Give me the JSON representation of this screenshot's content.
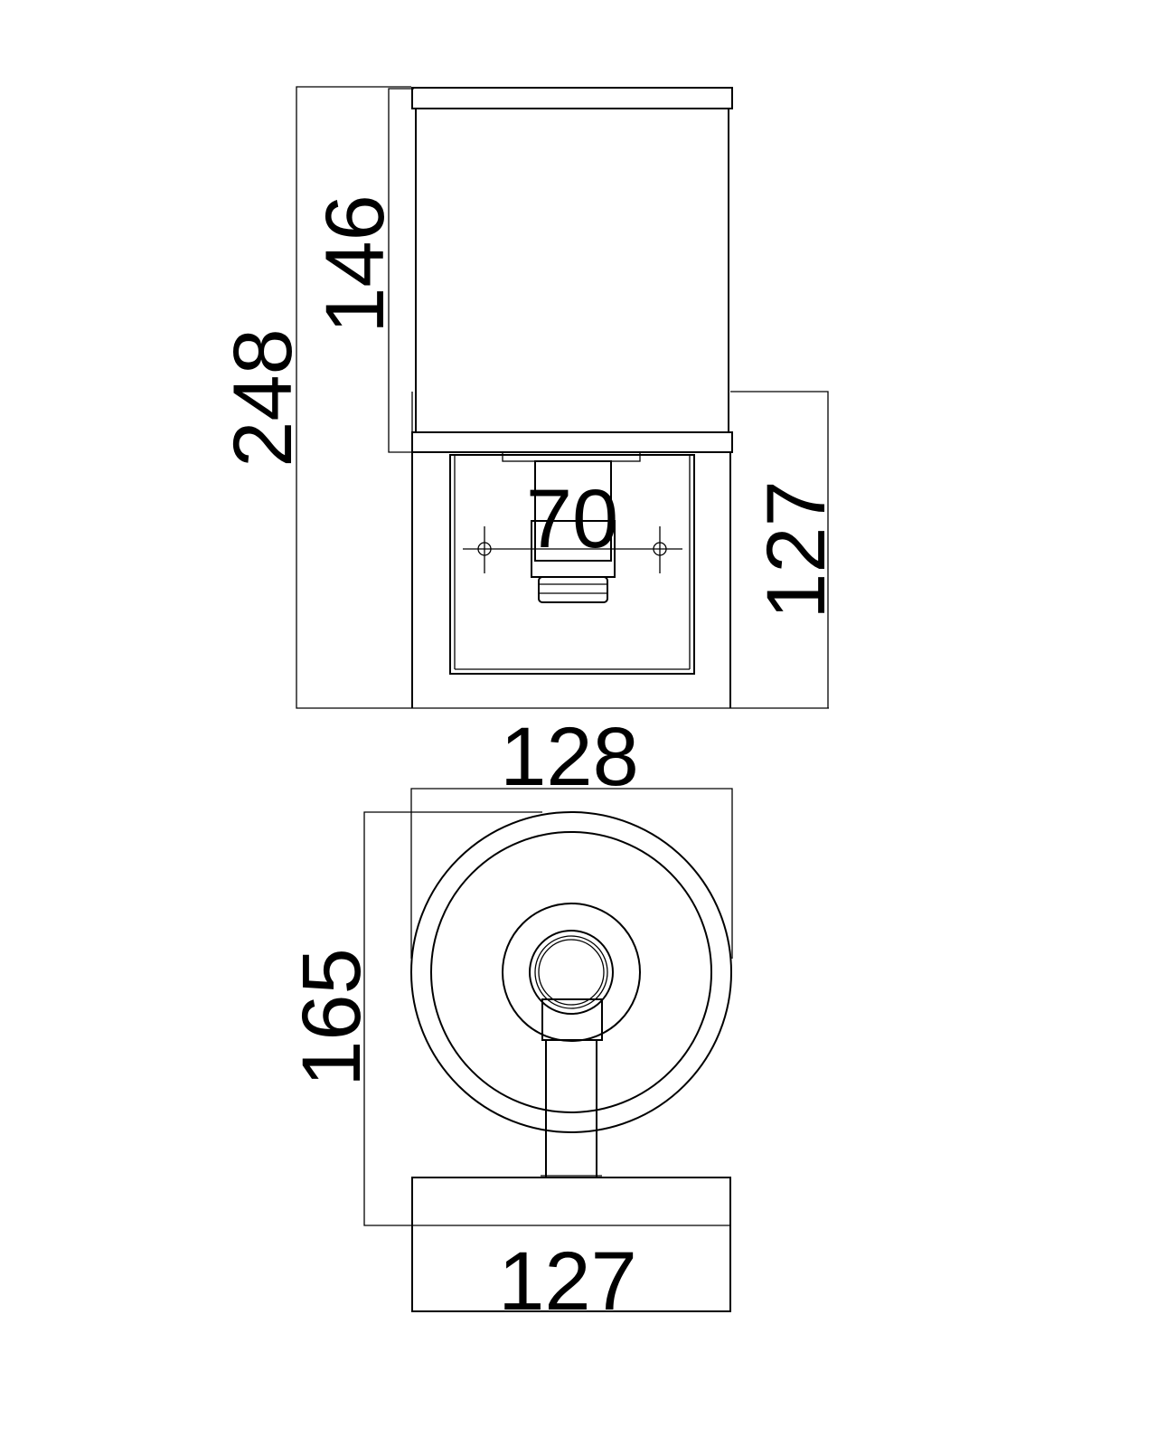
{
  "drawing": {
    "front_view": {
      "overall_height": "248",
      "shade_height": "146",
      "mount_spacing": "70",
      "projection": "127"
    },
    "top_view": {
      "width": "128",
      "depth": "165",
      "backplate_width": "127"
    }
  },
  "colors": {
    "line": "#000000",
    "background": "#ffffff"
  }
}
